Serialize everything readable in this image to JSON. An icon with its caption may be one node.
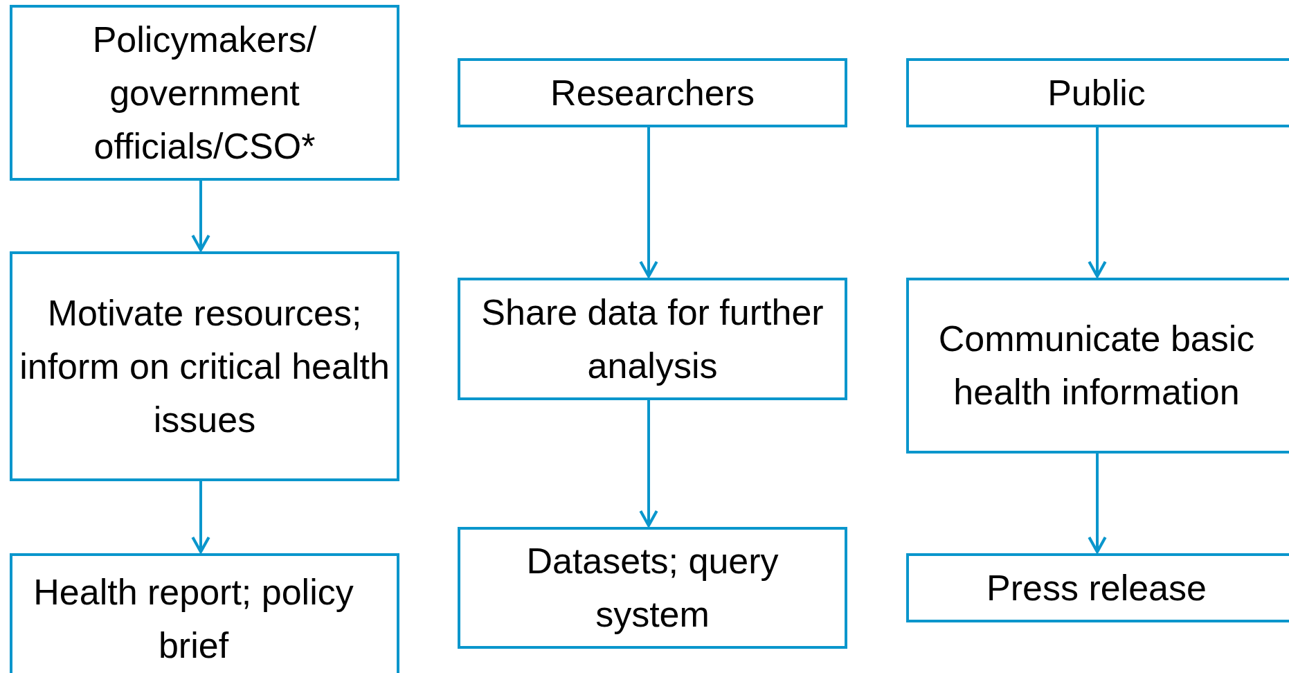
{
  "diagram": {
    "nodes": [
      {
        "text": [
          "Policymakers/ government officials/CSO*"
        ]
      },
      {
        "text": [
          "Motivate resources; inform on critical health issues"
        ]
      },
      {
        "text": [
          "Health report; policy brief"
        ]
      },
      {
        "text": [
          "Researchers"
        ]
      },
      {
        "text": [
          "Share data for further analysis"
        ]
      },
      {
        "text": [
          "Datasets; query system"
        ]
      },
      {
        "text": [
          "Public"
        ]
      },
      {
        "text": [
          "Communicate basic health information"
        ]
      },
      {
        "text": [
          "Press release"
        ]
      }
    ],
    "edges": [
      {
        "from": 0,
        "to": 1,
        "arrow": "to"
      },
      {
        "from": 1,
        "to": 2,
        "arrow": "to"
      },
      {
        "from": 3,
        "to": 4,
        "arrow": "to"
      },
      {
        "from": 4,
        "to": 5,
        "arrow": "to"
      },
      {
        "from": 6,
        "to": 7,
        "arrow": "to"
      },
      {
        "from": 7,
        "to": 8,
        "arrow": "to"
      }
    ]
  }
}
